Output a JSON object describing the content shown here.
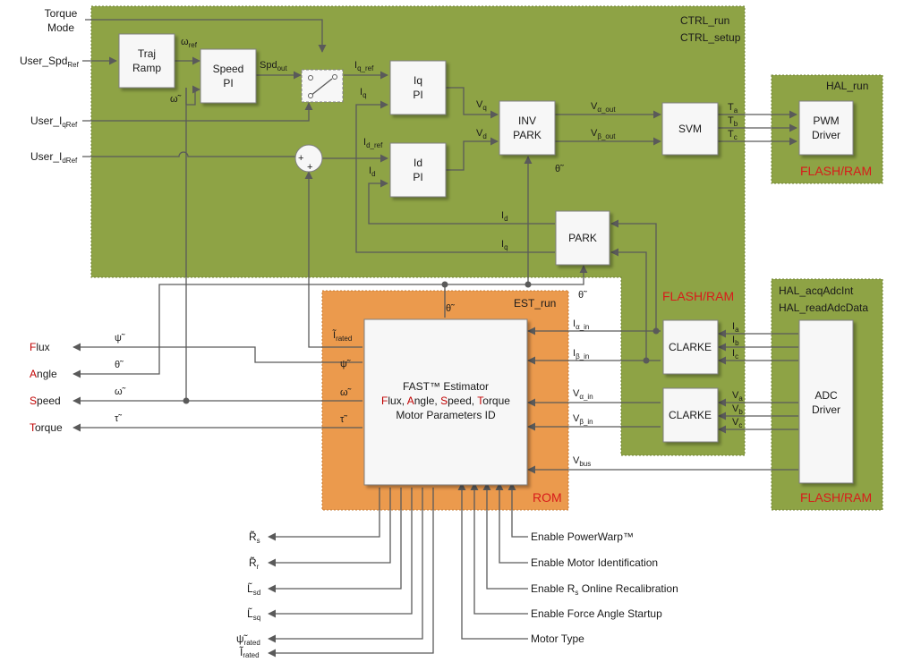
{
  "regions": {
    "ctrl": {
      "label1": "CTRL_run",
      "label2": "CTRL_setup",
      "memory": "FLASH/RAM"
    },
    "hal_run": {
      "label": "HAL_run",
      "memory": "FLASH/RAM"
    },
    "hal_adc": {
      "label1": "HAL_acqAdcInt",
      "label2": "HAL_readAdcData",
      "memory": "FLASH/RAM"
    },
    "est": {
      "label": "EST_run",
      "memory": "ROM"
    }
  },
  "inputs": {
    "torque_mode": [
      "Torque",
      "Mode"
    ],
    "user_spd_ref": {
      "base": "User_Spd",
      "sub": "Ref"
    },
    "user_iq_ref": {
      "base": "User_I",
      "sub": "qRef"
    },
    "user_id_ref": {
      "base": "User_I",
      "sub": "dRef"
    }
  },
  "blocks": {
    "traj_ramp": [
      "Traj",
      "Ramp"
    ],
    "speed_pi": [
      "Speed",
      "PI"
    ],
    "iq_pi": [
      "Iq",
      "PI"
    ],
    "id_pi": [
      "Id",
      "PI"
    ],
    "inv_park": [
      "INV",
      "PARK"
    ],
    "svm": "SVM",
    "pwm_driver": [
      "PWM",
      "Driver"
    ],
    "park": "PARK",
    "clarke_i": "CLARKE",
    "clarke_v": "CLARKE",
    "adc_driver": [
      "ADC",
      "Driver"
    ],
    "fast": {
      "title": "FAST™ Estimator",
      "words": [
        {
          "initial": "F",
          "rest": "lux, "
        },
        {
          "initial": "A",
          "rest": "ngle, "
        },
        {
          "initial": "S",
          "rest": "peed, "
        },
        {
          "initial": "T",
          "rest": "orque"
        }
      ],
      "line3": "Motor Parameters ID"
    }
  },
  "signals": {
    "omega_ref": {
      "base": "ω",
      "sub": "ref"
    },
    "omega_hat": "ω̃",
    "spd_out": {
      "base": "Spd",
      "sub": "out"
    },
    "iq_ref": {
      "base": "I",
      "sub": "q_ref"
    },
    "iq": {
      "base": "I",
      "sub": "q"
    },
    "id_ref": {
      "base": "I",
      "sub": "d_ref"
    },
    "id": {
      "base": "I",
      "sub": "d"
    },
    "vq": {
      "base": "V",
      "sub": "q"
    },
    "vd": {
      "base": "V",
      "sub": "d"
    },
    "v_alpha_out": {
      "base": "V",
      "sub": "α_out"
    },
    "v_beta_out": {
      "base": "V",
      "sub": "β_out"
    },
    "ta": {
      "base": "T",
      "sub": "a"
    },
    "tb": {
      "base": "T",
      "sub": "b"
    },
    "tc": {
      "base": "T",
      "sub": "c"
    },
    "theta_hat": "θ̃",
    "i_alpha_in": {
      "base": "I",
      "sub": "α_in"
    },
    "i_beta_in": {
      "base": "I",
      "sub": "β_in"
    },
    "v_alpha_in": {
      "base": "V",
      "sub": "α_in"
    },
    "v_beta_in": {
      "base": "V",
      "sub": "β_in"
    },
    "vbus": {
      "base": "V",
      "sub": "bus"
    },
    "ia": {
      "base": "I",
      "sub": "a"
    },
    "ib": {
      "base": "I",
      "sub": "b"
    },
    "ic": {
      "base": "I",
      "sub": "c"
    },
    "va": {
      "base": "V",
      "sub": "a"
    },
    "vb": {
      "base": "V",
      "sub": "b"
    },
    "vc": {
      "base": "V",
      "sub": "c"
    },
    "i_rated": {
      "base": "Ĩ",
      "sub": "rated"
    },
    "psi_hat": "ψ̃",
    "tau_hat": "τ̃",
    "plus": "+"
  },
  "outputs": [
    {
      "initial": "F",
      "rest": "lux",
      "symbol": "ψ̃"
    },
    {
      "initial": "A",
      "rest": "ngle",
      "symbol": "θ̃"
    },
    {
      "initial": "S",
      "rest": "peed",
      "symbol": "ω̃"
    },
    {
      "initial": "T",
      "rest": "orque",
      "symbol": "τ̃"
    }
  ],
  "params": [
    {
      "base": "R̃",
      "sub": "s"
    },
    {
      "base": "R̃",
      "sub": "r"
    },
    {
      "base": "L̃",
      "sub": "sd"
    },
    {
      "base": "L̃",
      "sub": "sq"
    },
    {
      "base": "ψ̃",
      "sub": "rated"
    },
    {
      "base": "Ĩ",
      "sub": "rated"
    }
  ],
  "enables": {
    "powerwarp": "Enable PowerWarp™",
    "motor_id": "Enable Motor Identification",
    "rs_recal": {
      "pre": "Enable R",
      "sub": "s",
      "post": " Online Recalibration"
    },
    "force_angle": "Enable Force Angle Startup",
    "motor_type": "Motor Type"
  },
  "colors": {
    "ctrl_bg": "#8ea345",
    "est_bg": "#eb9a4d",
    "block_fill": "#f7f7f7",
    "wire": "#5a5a5a",
    "highlight": "#c00000"
  }
}
